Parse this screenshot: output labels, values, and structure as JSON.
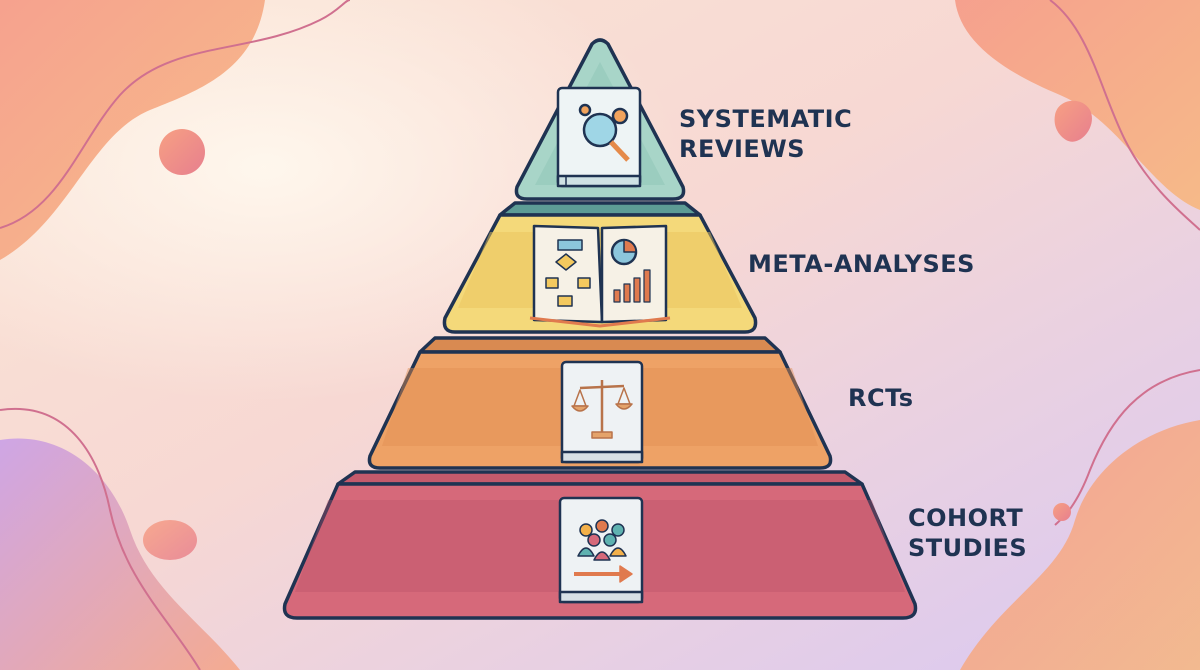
{
  "colors": {
    "outline": "#1f3352",
    "tier_top": "#a8d5c8",
    "tier_2": "#f4d97a",
    "tier_3": "#eea266",
    "tier_4": "#d6697a",
    "label_text": "#1f3352"
  },
  "pyramid": {
    "tiers": [
      {
        "label_lines": [
          "SYSTEMATIC",
          "REVIEWS"
        ],
        "icon": "magnifier-gears-book-icon"
      },
      {
        "label_lines": [
          "META-ANALYSES"
        ],
        "icon": "open-book-flowchart-pie-bar-icon"
      },
      {
        "label_lines": [
          "RCTs"
        ],
        "icon": "balance-scale-book-icon"
      },
      {
        "label_lines": [
          "COHORT",
          "STUDIES"
        ],
        "icon": "people-group-arrow-book-icon"
      }
    ]
  }
}
